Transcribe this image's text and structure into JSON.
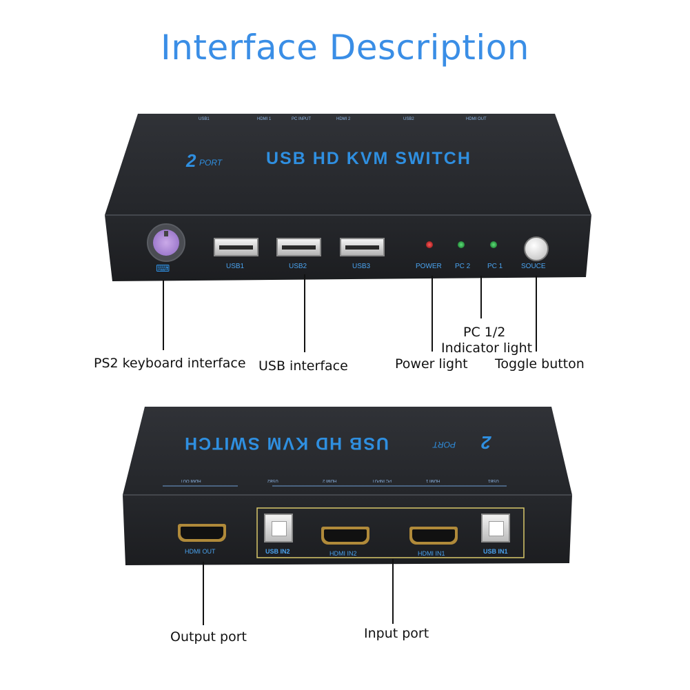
{
  "page": {
    "title": "Interface Description"
  },
  "top_device": {
    "brand_prefix": "PORT",
    "brand_text": "USB HD KVM SWITCH",
    "back_labels": [
      "USB1",
      "HDMI 1",
      "PC INPUT",
      "HDMI 2",
      "USB2",
      "HDMI OUT"
    ],
    "ports": {
      "usb1": "USB1",
      "usb2": "USB2",
      "usb3": "USB3"
    },
    "leds": {
      "power": "POWER",
      "pc2": "PC 2",
      "pc1": "PC 1"
    },
    "button": "SOUCE",
    "colors": {
      "body": "#2b2d31",
      "accent_text": "#2f8fe0",
      "power_led": "#cc1a1a",
      "pc_led": "#1fa83a"
    }
  },
  "top_callouts": {
    "ps2": "PS2 keyboard interface",
    "usb": "USB interface",
    "pc_line1": "PC 1/2",
    "pc_line2": "Indicator light",
    "power": "Power light",
    "toggle": "Toggle button"
  },
  "bottom_device": {
    "brand_prefix": "PORT",
    "brand_text": "USB HD KVM SWITCH",
    "top_labels": [
      "HDMI OUT",
      "USB2",
      "HDMI 2",
      "PC INPUT",
      "HDMI 1",
      "USB1"
    ],
    "ports": {
      "hdmi_out": "HDMI OUT",
      "usb_in2": "USB IN2",
      "hdmi_in2": "HDMI IN2",
      "hdmi_in1": "HDMI IN1",
      "usb_in1": "USB IN1"
    },
    "colors": {
      "body": "#2b2d31",
      "input_frame": "#d9c86a"
    }
  },
  "bottom_callouts": {
    "output": "Output port",
    "input": "Input port"
  }
}
